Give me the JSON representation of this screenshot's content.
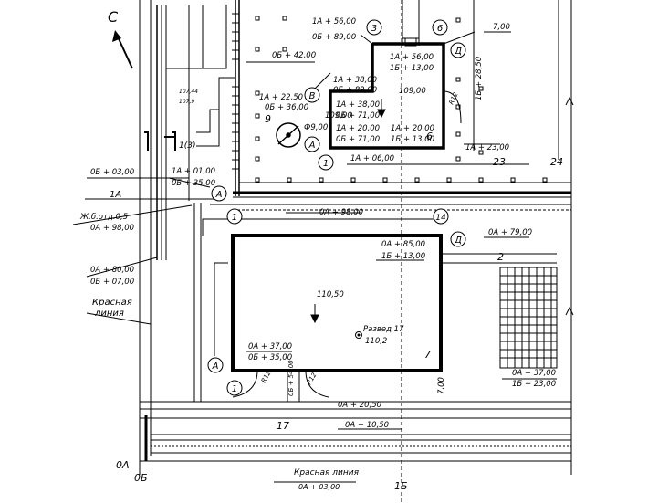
{
  "north_label": "С",
  "labels": {
    "a1": "1А + 56,00",
    "b1": "0Б + 89,00",
    "a2": "1А + 56,00",
    "b2": "1Б + 13,00",
    "c1": "0Б + 42,00",
    "d1": "1А + 38,00",
    "d2": "0Б + 89,00",
    "e1": "1А + 22,50",
    "e2": "0Б + 36,00",
    "f1": "1А + 38,00",
    "f2": "0Б + 71,00",
    "g1": "1А + 20,00",
    "g2": "0Б + 71,00",
    "h1": "1А + 20,00",
    "h2": "1Б + 13,00",
    "i1": "1А + 23,00",
    "j1": "1А + 06,00",
    "k1": "1А + 01,00",
    "k2": "0Б + 35,00",
    "l1": "0Б + 03,00",
    "l2": "1А",
    "m1": "Ж.б.отд.0,5",
    "m2": "0А + 98,00",
    "n1": "0А + 98,00",
    "o1": "0А + 79,00",
    "p1": "0А + 85,00",
    "p2": "1Б + 13,00",
    "q1": "0А + 80,00",
    "q2": "0Б + 07,00",
    "r1": "Красная",
    "r2": "линия",
    "s1": "0А + 37,00",
    "s2": "0Б + 35,00",
    "t1": "0А + 37,00",
    "t2": "1Б + 23,00",
    "u1": "0А + 20,50",
    "v1": "0А + 10,50",
    "w1": "Красная линия",
    "w2": "0А + 03,00",
    "x1": "0А",
    "x2": "0Б",
    "x3": "1Б",
    "dim1": "7,00",
    "dim2": "1Б + 28,50",
    "dim3": "7,00",
    "dim4": "0Б + 54,00",
    "r12a": "R12",
    "r12b": "R12",
    "r12c": "R12",
    "elev1": "109,00",
    "elev2": "109,00",
    "elev3": "110,50",
    "elev4": "107,44",
    "elev5": "107,9",
    "razved": "Развед 17",
    "razved_h": "110,2",
    "phi": "Ф9,00",
    "num6": "6",
    "num9": "9",
    "num7": "7",
    "num2": "2",
    "num17": "17",
    "num23": "23",
    "num24": "24",
    "num1_3": "1(3)",
    "circles": {
      "c3": "3",
      "c6": "6",
      "cD1": "Д",
      "cB": "В",
      "cA1": "А",
      "cA2": "А",
      "cA3": "А",
      "c1a": "1",
      "c1b": "1",
      "c1c": "1",
      "c14": "14",
      "cD2": "Д"
    }
  }
}
